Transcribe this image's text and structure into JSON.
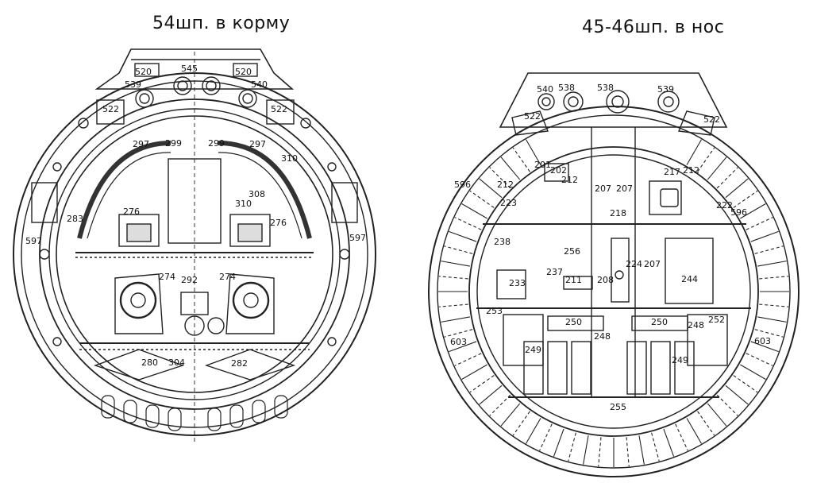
{
  "titles": {
    "left": "54шп. в корму",
    "right": "45-46шп. в нос"
  },
  "left_section": {
    "labels": [
      "520",
      "545",
      "520",
      "539",
      "540",
      "522",
      "522",
      "297",
      "299",
      "299",
      "297",
      "310",
      "276",
      "308",
      "310",
      "276",
      "283",
      "597",
      "597",
      "274",
      "292",
      "274",
      "280",
      "304",
      "282"
    ]
  },
  "right_section": {
    "labels": [
      "540",
      "538",
      "538",
      "539",
      "522",
      "522",
      "596",
      "201",
      "202",
      "212",
      "212",
      "217",
      "207",
      "207",
      "212",
      "222",
      "223",
      "218",
      "596",
      "238",
      "256",
      "224",
      "207",
      "233",
      "237",
      "211",
      "208",
      "244",
      "253",
      "250",
      "250",
      "248",
      "252",
      "603",
      "249",
      "248",
      "249",
      "603",
      "255"
    ]
  }
}
